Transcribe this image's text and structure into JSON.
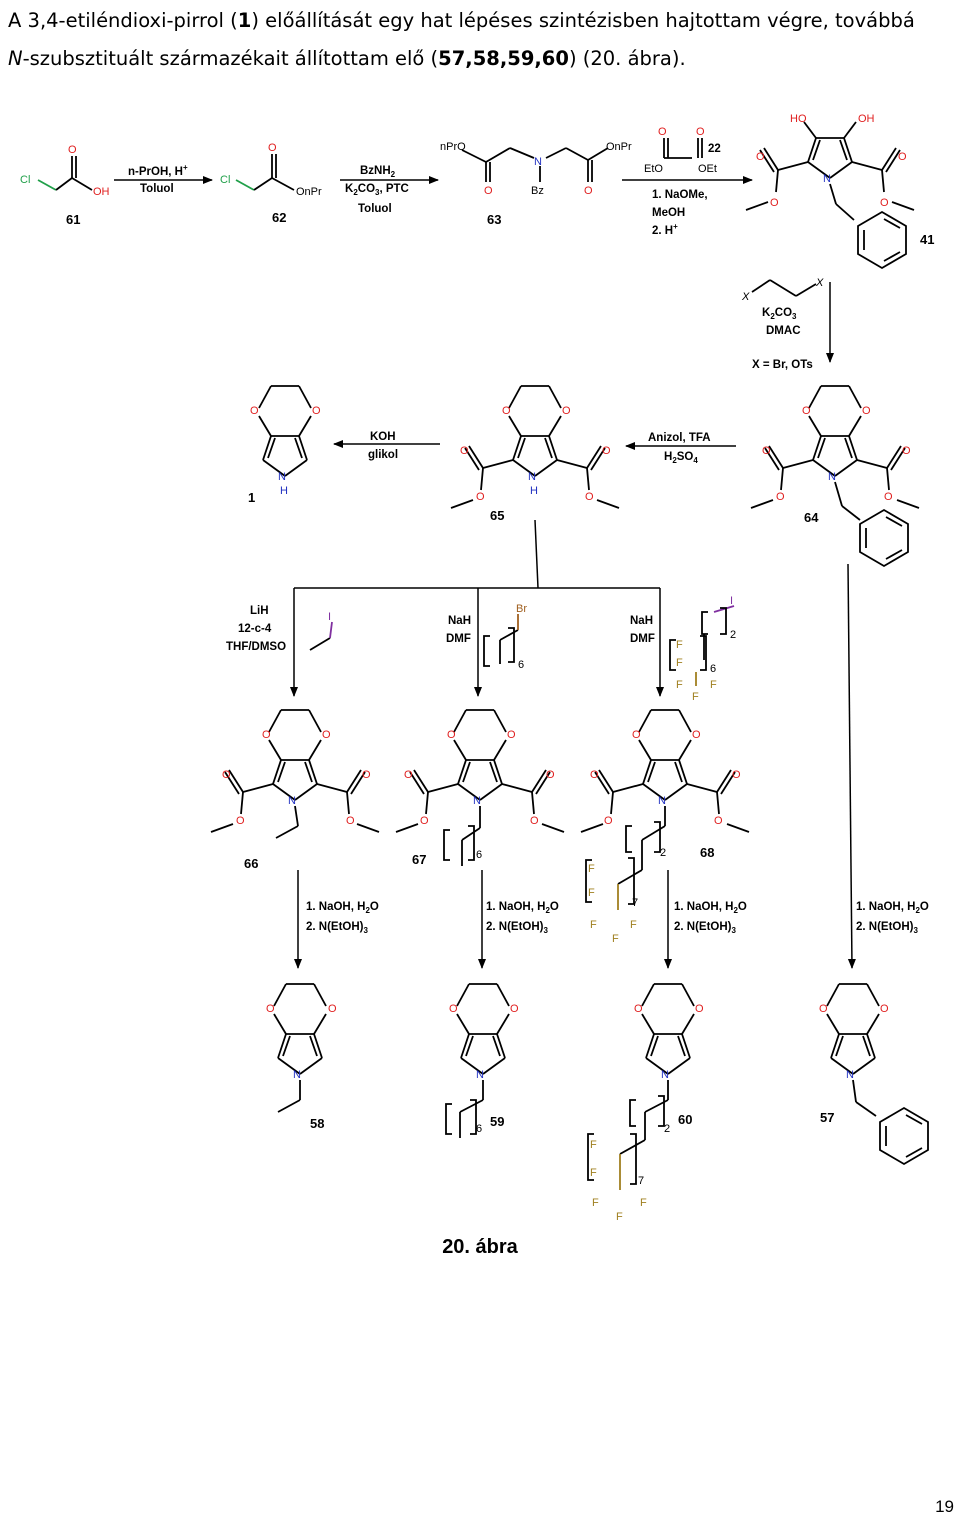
{
  "intro": {
    "l1a": "A 3,4-etiléndioxi-pirrol (",
    "l1b": "1",
    "l1c": ") előállítását egy hat lépéses szintézisben hajtottam végre, továbbá",
    "l2a": "N",
    "l2b": "-szubsztituált származékait állítottam elő (",
    "l2c": "57,58,59,60",
    "l2d": ") (20. ábra)."
  },
  "scheme": {
    "compounds": {
      "c61": "61",
      "c62": "62",
      "c63": "63",
      "c41": "41",
      "c64": "64",
      "c65": "65",
      "c1": "1",
      "c66": "66",
      "c67": "67",
      "c68": "68",
      "c58": "58",
      "c59": "59",
      "c60": "60",
      "c57": "57",
      "c22": "22"
    },
    "reagents": {
      "r1a": "n-PrOH, H",
      "r1b": "Toluol",
      "r2a": "BzNH",
      "r2b": "K",
      "r2b2": "CO",
      "r2b3": ", PTC",
      "r2c": "Toluol",
      "r3a": "1.  NaOMe,",
      "r3b": "MeOH",
      "r3c": "2. H",
      "r4a": "K",
      "r4a2": "CO",
      "r4b": "DMAC",
      "r4c": "X = Br, OTs",
      "r5a": "Anizol, TFA",
      "r5b": "H",
      "r5b2": "SO",
      "r6a": "KOH",
      "r6b": "glikol",
      "r7a": "LiH",
      "r7b": "12-c-4",
      "r7c": "THF/DMSO",
      "r8a": "NaH",
      "r8b": "DMF",
      "r9a": "NaH",
      "r9b": "DMF",
      "hy1": "1. NaOH, H",
      "hy1b": "O",
      "hy2": "2. N(EtOH)"
    },
    "atoms": {
      "Cl": "Cl",
      "O": "O",
      "OH": "OH",
      "OnPr": "OnPr",
      "nPrO": "nPrO",
      "N": "N",
      "Bz": "Bz",
      "EtO": "EtO",
      "OEt": "OEt",
      "HO": "HO",
      "H": "H",
      "X": "X",
      "I": "I",
      "Br": "Br",
      "F": "F"
    },
    "subs": {
      "two": "2",
      "three": "3",
      "four": "4",
      "six": "6",
      "seven": "7",
      "plus": "+"
    }
  },
  "caption": "20. ábra",
  "page_number": "19"
}
